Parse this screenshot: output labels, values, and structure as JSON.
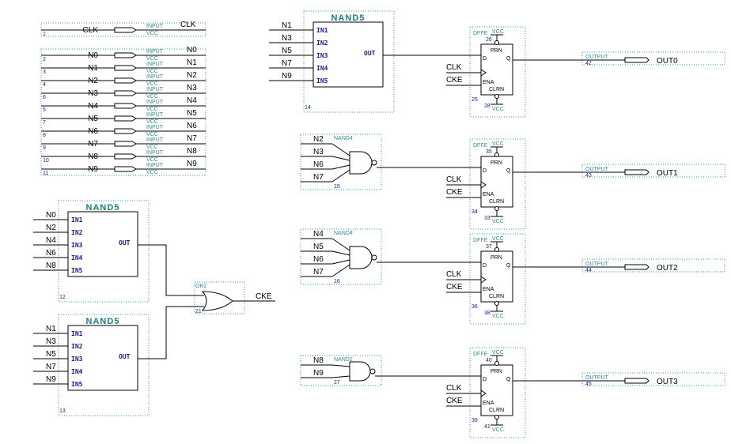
{
  "inputs": [
    {
      "idx": "1",
      "name": "CLK"
    },
    {
      "idx": "2",
      "name": "N0"
    },
    {
      "idx": "3",
      "name": "N1"
    },
    {
      "idx": "4",
      "name": "N2"
    },
    {
      "idx": "6",
      "name": "N3"
    },
    {
      "idx": "5",
      "name": "N4"
    },
    {
      "idx": "7",
      "name": "N5"
    },
    {
      "idx": "8",
      "name": "N6"
    },
    {
      "idx": "9",
      "name": "N7"
    },
    {
      "idx": "10",
      "name": "N8"
    },
    {
      "idx": "11",
      "name": "N9"
    }
  ],
  "input_tag": "INPUT",
  "vcc_tag": "VCC",
  "nand5_title": "NAND5",
  "nand5_pins": [
    "IN1",
    "IN2",
    "IN3",
    "IN4",
    "IN5"
  ],
  "out_pin": "OUT",
  "nand5_blocks": [
    {
      "id": "12",
      "signals": [
        "N0",
        "N2",
        "N4",
        "N6",
        "N8"
      ]
    },
    {
      "id": "13",
      "signals": [
        "N1",
        "N3",
        "N5",
        "N7",
        "N9"
      ]
    },
    {
      "id": "14",
      "signals": [
        "N1",
        "N3",
        "N5",
        "N7",
        "N9"
      ]
    }
  ],
  "or2": {
    "tag": "OR2",
    "id": "21",
    "output": "CKE"
  },
  "gates": [
    {
      "tag": "NAND4",
      "id": "15",
      "signals": [
        "N2",
        "N3",
        "N6",
        "N7"
      ]
    },
    {
      "tag": "NAND4",
      "id": "16",
      "signals": [
        "N4",
        "N5",
        "N6",
        "N7"
      ]
    },
    {
      "tag": "NAND2",
      "id": "27",
      "signals": [
        "N8",
        "N9"
      ]
    }
  ],
  "dffe_tag": "DFFE",
  "ff_pins": {
    "d": "D",
    "q": "Q",
    "prn": "PRN",
    "clrn": "CLRN",
    "ena": "ENA"
  },
  "ff_inputs": [
    "CLK",
    "CKE"
  ],
  "flipflops": [
    {
      "top_id": "26",
      "bot_id": "25",
      "vcc_top_id": "",
      "vcc_bot_id": "28"
    },
    {
      "top_id": "35",
      "bot_id": "34",
      "vcc_top_id": "",
      "vcc_bot_id": "33"
    },
    {
      "top_id": "37",
      "bot_id": "36",
      "vcc_top_id": "",
      "vcc_bot_id": "38"
    },
    {
      "top_id": "40",
      "bot_id": "39",
      "vcc_top_id": "",
      "vcc_bot_id": "41"
    }
  ],
  "outputs": [
    {
      "tag": "OUTPUT",
      "id": "42",
      "name": "OUT0"
    },
    {
      "tag": "OUTPUT",
      "id": "43",
      "name": "OUT1"
    },
    {
      "tag": "OUTPUT",
      "id": "44",
      "name": "OUT2"
    },
    {
      "tag": "OUTPUT",
      "id": "45",
      "name": "OUT3"
    }
  ]
}
